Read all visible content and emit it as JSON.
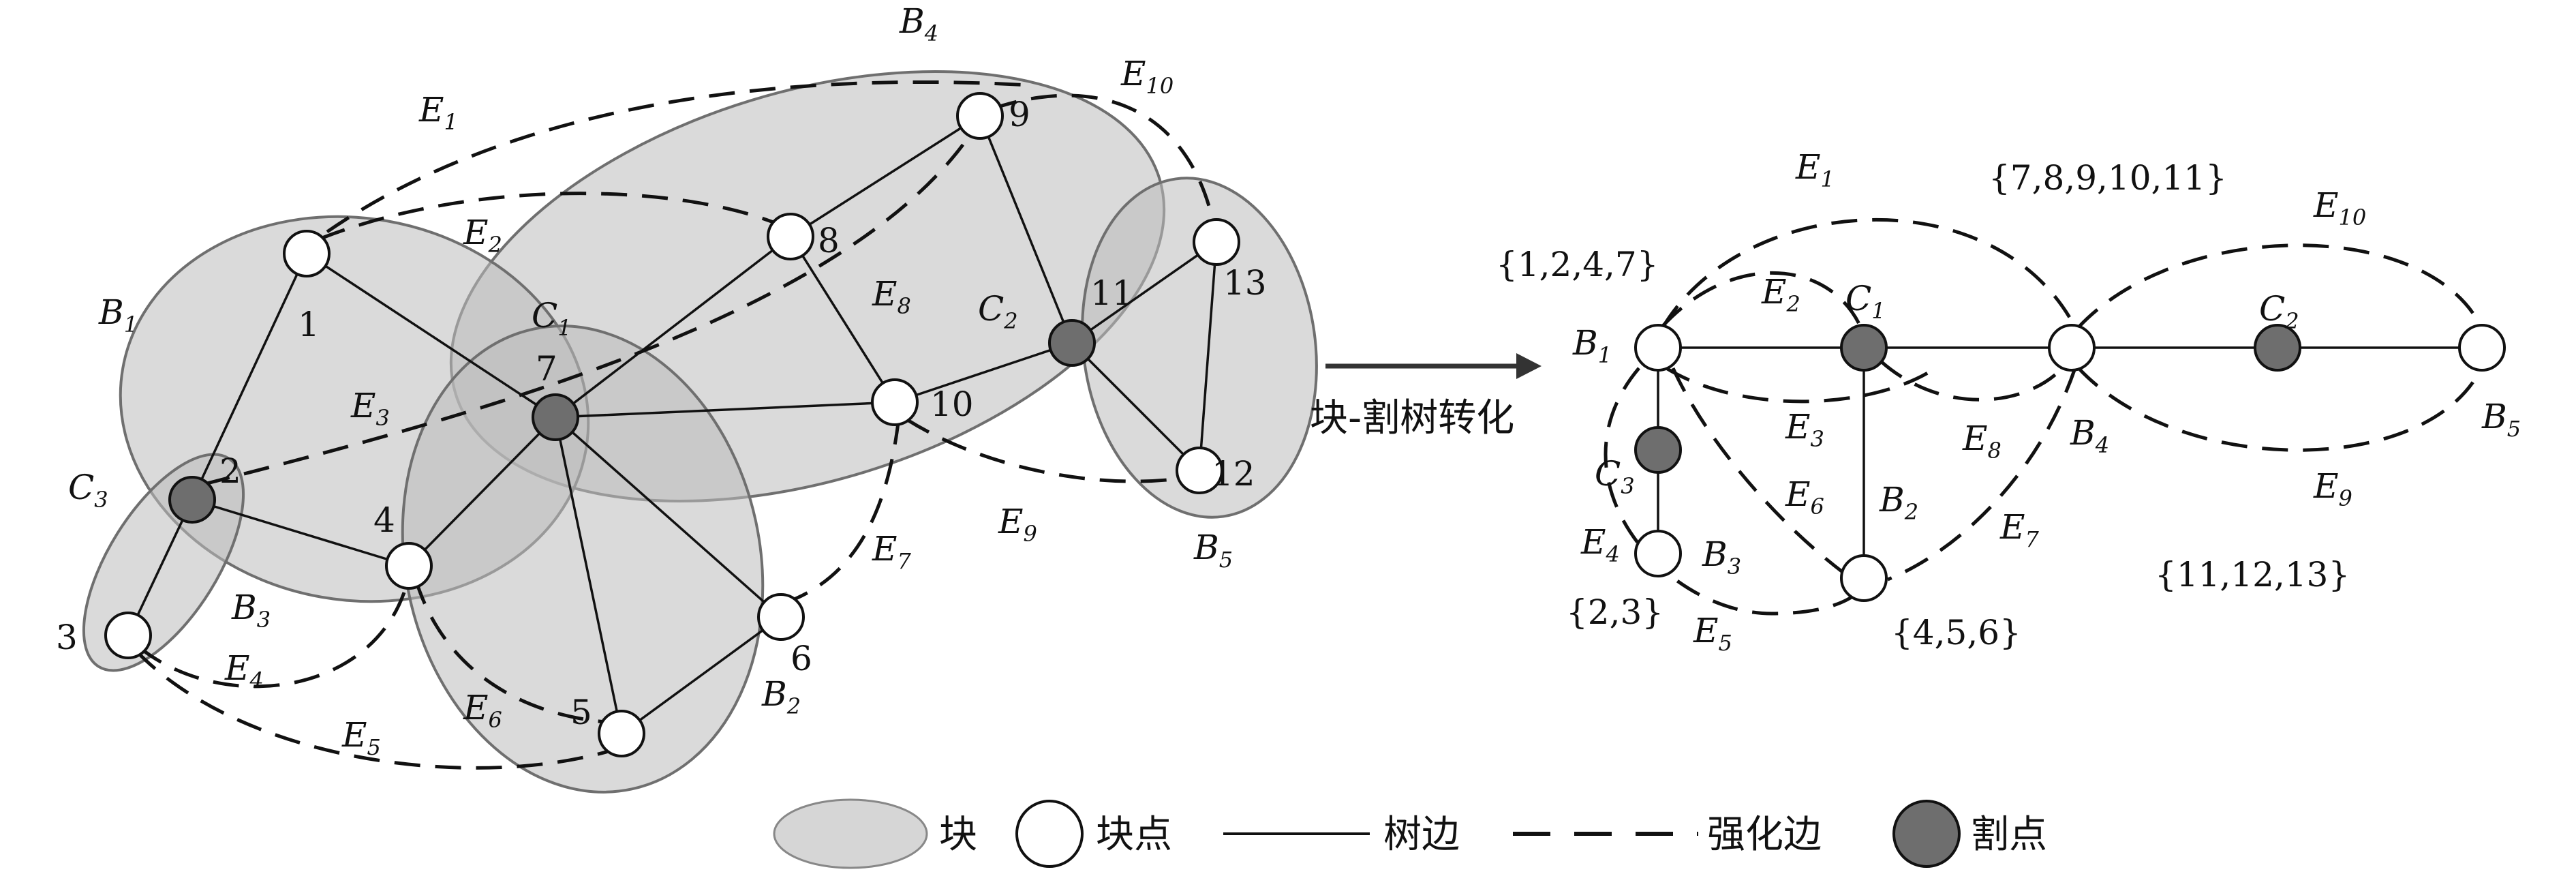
{
  "left_graph": {
    "block_labels": [
      {
        "id": "B1",
        "main": "B",
        "sub": "1"
      },
      {
        "id": "B2",
        "main": "B",
        "sub": "2"
      },
      {
        "id": "B3",
        "main": "B",
        "sub": "3"
      },
      {
        "id": "B4",
        "main": "B",
        "sub": "4"
      },
      {
        "id": "B5",
        "main": "B",
        "sub": "5"
      }
    ],
    "cut_labels": [
      {
        "id": "C1",
        "main": "C",
        "sub": "1"
      },
      {
        "id": "C2",
        "main": "C",
        "sub": "2"
      },
      {
        "id": "C3",
        "main": "C",
        "sub": "3"
      }
    ],
    "node_labels": [
      "1",
      "2",
      "3",
      "4",
      "5",
      "6",
      "7",
      "8",
      "9",
      "10",
      "11",
      "12",
      "13"
    ],
    "edge_labels": [
      {
        "id": "E1",
        "main": "E",
        "sub": "1"
      },
      {
        "id": "E2",
        "main": "E",
        "sub": "2"
      },
      {
        "id": "E3",
        "main": "E",
        "sub": "3"
      },
      {
        "id": "E4",
        "main": "E",
        "sub": "4"
      },
      {
        "id": "E5",
        "main": "E",
        "sub": "5"
      },
      {
        "id": "E6",
        "main": "E",
        "sub": "6"
      },
      {
        "id": "E7",
        "main": "E",
        "sub": "7"
      },
      {
        "id": "E8",
        "main": "E",
        "sub": "8"
      },
      {
        "id": "E9",
        "main": "E",
        "sub": "9"
      },
      {
        "id": "E10",
        "main": "E",
        "sub": "10"
      }
    ]
  },
  "arrow_label": "块-割树转化",
  "right_tree": {
    "block_labels": [
      {
        "id": "B1",
        "main": "B",
        "sub": "1"
      },
      {
        "id": "B2",
        "main": "B",
        "sub": "2"
      },
      {
        "id": "B3",
        "main": "B",
        "sub": "3"
      },
      {
        "id": "B4",
        "main": "B",
        "sub": "4"
      },
      {
        "id": "B5",
        "main": "B",
        "sub": "5"
      }
    ],
    "cut_labels": [
      {
        "id": "C1",
        "main": "C",
        "sub": "1"
      },
      {
        "id": "C2",
        "main": "C",
        "sub": "2"
      },
      {
        "id": "C3",
        "main": "C",
        "sub": "3"
      }
    ],
    "edge_labels": [
      {
        "id": "E1",
        "main": "E",
        "sub": "1"
      },
      {
        "id": "E2",
        "main": "E",
        "sub": "2"
      },
      {
        "id": "E3",
        "main": "E",
        "sub": "3"
      },
      {
        "id": "E4",
        "main": "E",
        "sub": "4"
      },
      {
        "id": "E5",
        "main": "E",
        "sub": "5"
      },
      {
        "id": "E6",
        "main": "E",
        "sub": "6"
      },
      {
        "id": "E7",
        "main": "E",
        "sub": "7"
      },
      {
        "id": "E8",
        "main": "E",
        "sub": "8"
      },
      {
        "id": "E9",
        "main": "E",
        "sub": "9"
      },
      {
        "id": "E10",
        "main": "E",
        "sub": "10"
      }
    ],
    "sets": {
      "b1": "{1,2,4,7}",
      "b4": "{7,8,9,10,11}",
      "b3": "{2,3}",
      "b2": "{4,5,6}",
      "b5": "{11,12,13}"
    }
  },
  "legend": {
    "block": "块",
    "block_node": "块点",
    "tree_edge": "树边",
    "reinforce_edge": "强化边",
    "cut_node": "割点"
  },
  "colors": {
    "block_fill": "#bcbcbc",
    "cut_node_fill": "#6e6e6e",
    "block_node_fill": "#ffffff",
    "line": "#111111"
  }
}
